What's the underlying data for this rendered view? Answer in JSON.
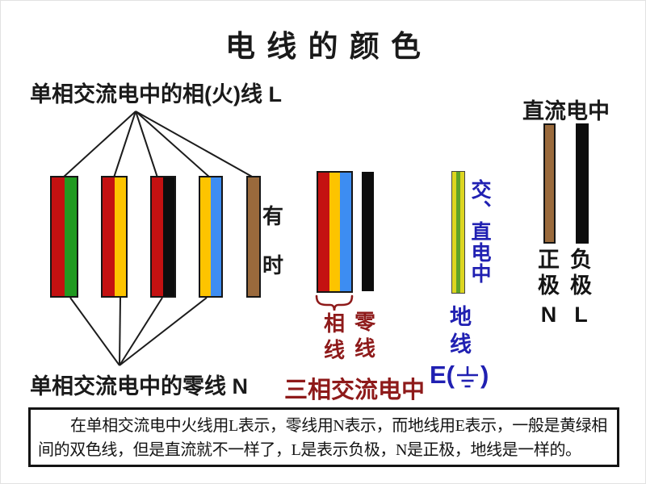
{
  "title": "电 线 的 颜 色",
  "colors": {
    "red": "#c41111",
    "green": "#219a21",
    "yellow": "#fdc400",
    "black_wire": "#0d0d0d",
    "blue_wire": "#3d8df2",
    "brown": "#9a6a3c",
    "earth_yellow": "#ddd520",
    "earth_green": "#5da228",
    "dark_red_text": "#8e1a1a",
    "blue_text": "#2020b2"
  },
  "single_phase": {
    "live_label": "单相交流电中的相(火)线 L",
    "neutral_label": "单相交流电中的零线 N",
    "sometimes_chars": [
      "有",
      "时"
    ]
  },
  "three_phase": {
    "phase_chars": [
      "相",
      "线"
    ],
    "neutral_chars": [
      "零",
      "线"
    ],
    "caption": "三相交流电中"
  },
  "earth": {
    "vertical_label": "交、直电中",
    "name_chars": [
      "地",
      "线"
    ],
    "code_prefix": "E(",
    "code_suffix": ")"
  },
  "dc": {
    "caption": "直流电中",
    "positive_chars": [
      "正",
      "极",
      "N"
    ],
    "negative_chars": [
      "负",
      "极",
      "L"
    ]
  },
  "note": {
    "line1": "在单相交流电中火线用L表示，零线用N表示，而地线用E表示，一般是黄绿相",
    "line2": "间的双色线，但是直流就不一样了，L是表示负极，N是正极，地线是一样的。"
  }
}
